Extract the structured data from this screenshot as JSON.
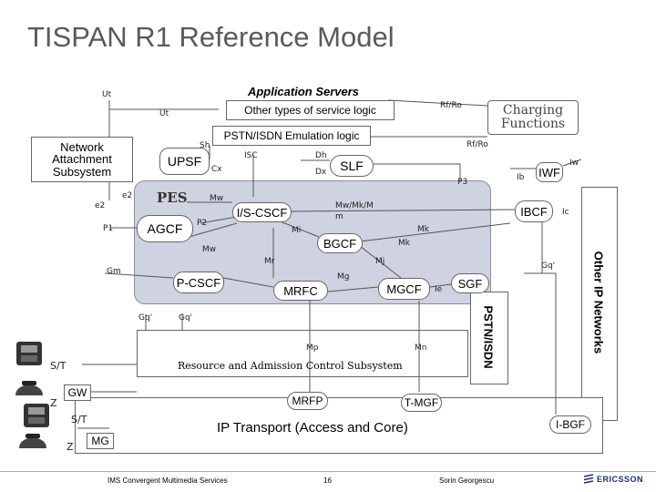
{
  "slide": {
    "title": "TISPAN R1 Reference Model",
    "footer_left": "IMS Convergent Multimedia Services",
    "footer_page": "16",
    "footer_author": "Sorin Georgescu",
    "logo_text": "ERICSSON"
  },
  "boxes": {
    "app_servers": "Application Servers",
    "other_services": "Other types of service logic",
    "pstn_emulation": "PSTN/ISDN Emulation logic",
    "charging": "Charging Functions",
    "nass": "Network Attachment Subsystem",
    "upsf": "UPSF",
    "slf": "SLF",
    "iwf": "IWF",
    "pes": "PES",
    "agcf": "AGCF",
    "ibcf": "IBCF",
    "iscscf": "I/S-CSCF",
    "bgcf": "BGCF",
    "pcscf": "P-CSCF",
    "mrfc": "MRFC",
    "mgcf": "MGCF",
    "sgf": "SGF",
    "racs": "Resource and Admission Control Subsystem",
    "mrfp": "MRFP",
    "tmgf": "T-MGF",
    "ip_transport": "IP Transport (Access and Core)",
    "ibgf": "I-BGF",
    "gw": "GW",
    "mg": "MG",
    "pstn_isdn": "PSTN/ISDN",
    "other_ip": "Other IP Networks"
  },
  "refpoints": {
    "ut1": "Ut",
    "ut2": "Ut",
    "rfro1": "Rf/Ro",
    "rfro2": "Rf/Ro",
    "sh": "Sh",
    "isc": "ISC",
    "dh": "Dh",
    "dx": "Dx",
    "cx": "Cx",
    "e2a": "e2",
    "e2b": "e2",
    "p1": "P1",
    "p2": "P2",
    "p3": "P3",
    "mw1": "Mw",
    "mw2": "Mw",
    "mwmkm": "Mw/Mk/M",
    "m": "m",
    "mi": "Mi",
    "mk1": "Mk",
    "mk2": "Mk",
    "mr": "Mr",
    "mj": "Mj",
    "mg": "Mg",
    "ie": "Ie",
    "ib": "Ib",
    "iw": "Iw",
    "ic": "Ic",
    "gm": "Gm",
    "gq1": "Gq'",
    "gq2": "Gq'",
    "gq3": "Gq'",
    "mp": "Mp",
    "mn": "Mn",
    "st1": "S/T",
    "st2": "S/T",
    "z1": "Z",
    "z2": "Z"
  },
  "colors": {
    "title": "#5a5a5a",
    "ims_core": "#cfd2e0",
    "border": "#666666",
    "accent_bar": "#2233aa"
  },
  "icons": [
    "phone-icon",
    "fax-icon",
    "ericsson-logo-icon"
  ]
}
